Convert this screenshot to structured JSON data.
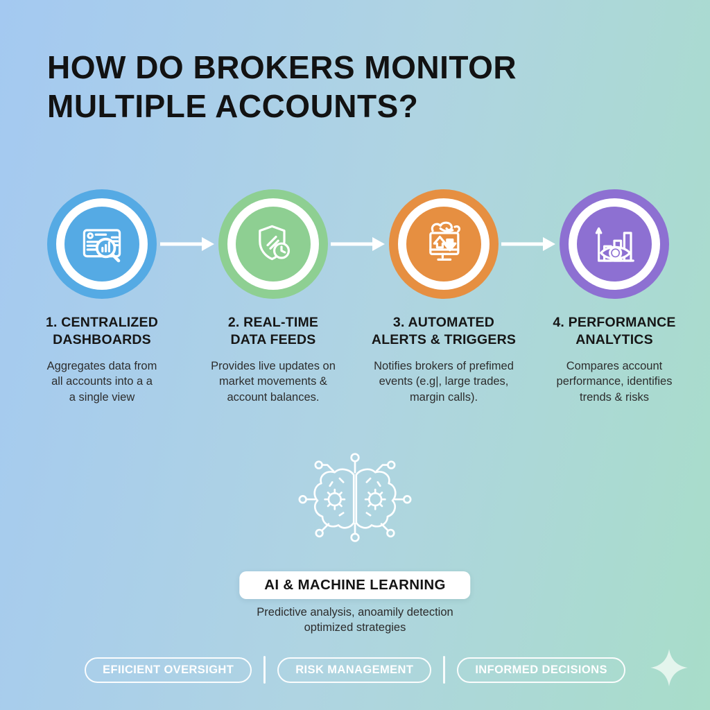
{
  "title": {
    "line1": "HOW DO BROKERS MONITOR",
    "line2": "MULTIPLE ACCOUNTS?"
  },
  "steps": [
    {
      "title": "1. CENTRALIZED\nDASHBOARDS",
      "description": "Aggregates data from\nall accounts into a a\na single view",
      "color": "#55aae4",
      "icon": "dashboard-magnifier-icon"
    },
    {
      "title": "2. REAL-TIME\nDATA FEEDS",
      "description": "Provides live updates on\nmarket movements &\naccount balances.",
      "color": "#8ecf92",
      "icon": "shield-clock-icon"
    },
    {
      "title": "3. AUTOMATED\nALERTS & TRIGGERS",
      "description": "Notifies brokers of prefimed\nevents (e.g|, large trades,\nmargin calls).",
      "color": "#e68f41",
      "icon": "monitor-alerts-icon"
    },
    {
      "title": "4. PERFORMANCE\nANALYTICS",
      "description": "Compares account\nperformance, identifies\ntrends & risks",
      "color": "#8d70d2",
      "icon": "chart-eye-icon"
    }
  ],
  "ai_section": {
    "badge": "AI & MACHINE LEARNING",
    "description": "Predictive analysis, anoamily detection\noptimized strategies",
    "icon": "ai-brain-circuit-icon"
  },
  "footer": {
    "badges": [
      "EFIICIENT OVERSIGHT",
      "RISK MANAGEMENT",
      "INFORMED DECISIONS"
    ],
    "sparkle_icon": "sparkle-icon"
  },
  "colors": {
    "background_start": "#a4c9f1",
    "background_mid": "#afd4e2",
    "background_end": "#a8ddc9",
    "text_primary": "#141414",
    "text_secondary": "#2d2d2d",
    "banner_bg": "#ffffff",
    "outline_white": "#ffffff"
  }
}
